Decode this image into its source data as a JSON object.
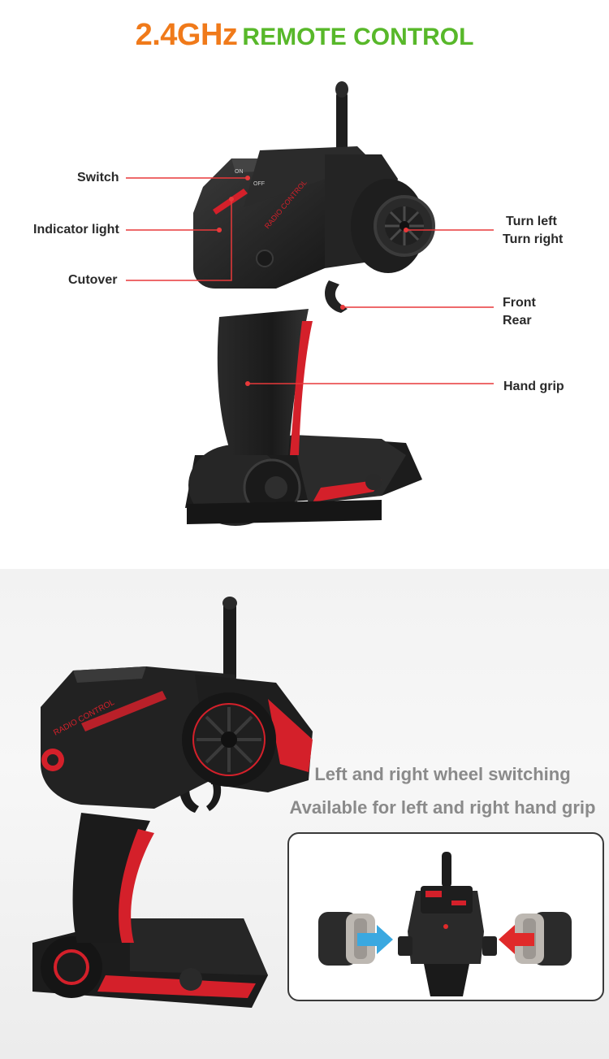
{
  "header": {
    "title_frequency": "2.4GHz",
    "title_name": "REMOTE CONTROL"
  },
  "callouts": {
    "switch": "Switch",
    "indicator_light": "Indicator light",
    "cutover": "Cutover",
    "turn_left": "Turn left",
    "turn_right": "Turn right",
    "front": "Front",
    "rear": "Rear",
    "hand_grip": "Hand grip"
  },
  "controller_labels": {
    "radio_control": "RADIO CONTROL",
    "on": "ON",
    "off": "OFF"
  },
  "captions": {
    "line1": "Left and right wheel switching",
    "line2": "Available for left and right hand grip"
  },
  "colors": {
    "title_orange": "#f07a1a",
    "title_green": "#58b82a",
    "callout_line": "#e8393a",
    "accent_red": "#d4202a",
    "arrow_blue": "#3aa8e0",
    "arrow_red": "#e02a2a",
    "caption_gray": "#8a8a8a"
  }
}
